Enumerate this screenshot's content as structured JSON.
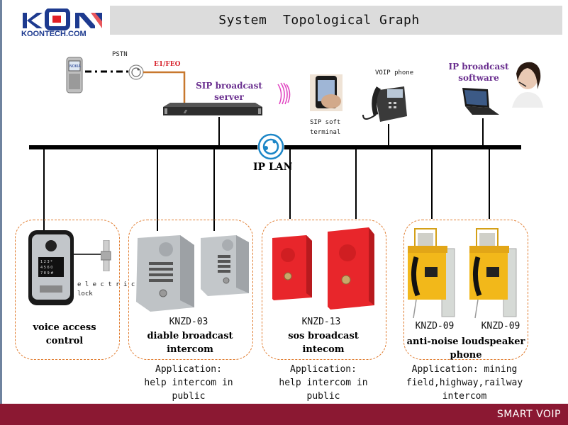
{
  "header": {
    "logo_text": "KOONTECH.COM",
    "title": "System  Topological Graph"
  },
  "top_devices": {
    "pstn_label": "PSTN",
    "e1_label": "E1/FEO",
    "sip_server_label": [
      "SIP broadcast",
      "server"
    ],
    "sip_soft_terminal_label": [
      "SIP soft",
      "terminal"
    ],
    "voip_phone_label": "VOIP phone",
    "ip_broadcast_software_label": [
      "IP broadcast",
      "software"
    ]
  },
  "network": {
    "lan_label": "IP LAN"
  },
  "groups": [
    {
      "id": "voice-access",
      "model": "",
      "description": [
        "voice access",
        "control"
      ],
      "extra_label": [
        "e l e c t r i c",
        "lock"
      ],
      "application": []
    },
    {
      "id": "diable-broadcast",
      "model": "KNZD-03",
      "description": [
        "diable broadcast",
        "intercom"
      ],
      "application": [
        "Application:",
        "help intercom in",
        "public"
      ]
    },
    {
      "id": "sos-broadcast",
      "model": "KNZD-13",
      "description": [
        "sos broadcast",
        "intecom"
      ],
      "application": [
        "Application:",
        "help intercom in",
        "public"
      ]
    },
    {
      "id": "anti-noise",
      "models": [
        "KNZD-09",
        "KNZD-09"
      ],
      "description": [
        "anti-noise loudspeaker",
        "phone"
      ],
      "application": [
        "Application: mining",
        "field,highway,railway",
        "intercom"
      ]
    }
  ],
  "footer": {
    "text": "SMART VOIP"
  },
  "colors": {
    "title_bg": "#dcdcdc",
    "footer_bg": "#8b1832",
    "group_border": "#e07b2e",
    "label_purple": "#6a2f8f",
    "label_red": "#d8262f",
    "pstn_line": "#c8782e",
    "logo_blue": "#1d3a8f",
    "logo_red": "#e21f26"
  }
}
